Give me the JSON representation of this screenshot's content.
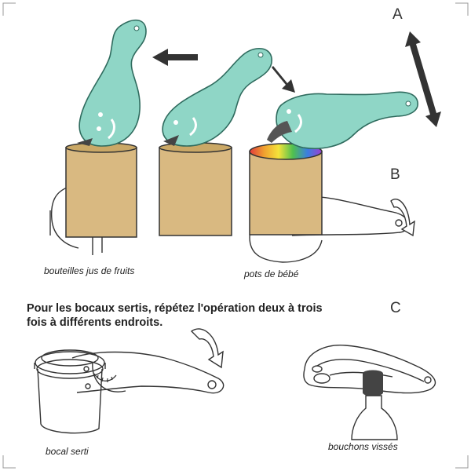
{
  "labels": {
    "a": "A",
    "b": "B",
    "c": "C"
  },
  "captions": {
    "juice_bottles": "bouteilles jus de fruits",
    "baby_jars": "pots de bébé",
    "crimped_jar": "bocal serti",
    "screw_caps": "bouchons vissés"
  },
  "instruction": {
    "line1": "Pour les bocaux sertis, répétez l'opération deux à trois",
    "line2": "fois à différents endroits."
  },
  "colors": {
    "opener": "#8fd6c6",
    "opener_stroke": "#2f6b5e",
    "can": "#d9b981",
    "can_stroke": "#333333",
    "arrow": "#333333",
    "line": "#333333"
  }
}
